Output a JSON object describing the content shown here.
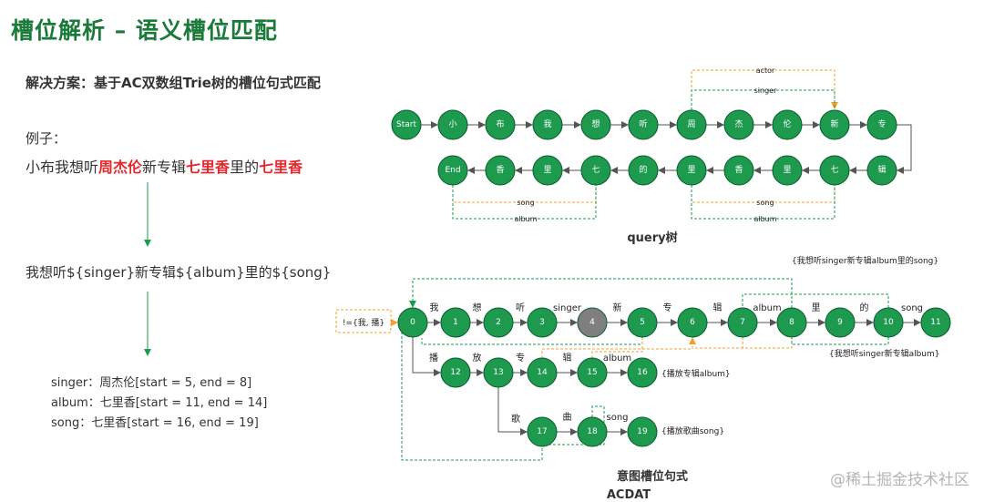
{
  "title": "槽位解析 – 语义槽位匹配",
  "subtitle": "解决方案：基于AC双数组Trie树的槽位句式匹配",
  "example_label": "例子：",
  "example": [
    {
      "t": "小布我想听",
      "red": false
    },
    {
      "t": "周杰伦",
      "red": true
    },
    {
      "t": "新专辑",
      "red": false
    },
    {
      "t": "七里香",
      "red": true
    },
    {
      "t": "里的",
      "red": false
    },
    {
      "t": "七里香",
      "red": true
    }
  ],
  "template_sentence": "我想听${singer}新专辑${album}里的${song}",
  "slots": [
    "singer：周杰伦[start = 5, end = 8]",
    "album：七里香[start = 11, end = 14]",
    "song：七里香[start = 16, end = 19]"
  ],
  "query_tree": {
    "caption": "query树",
    "top_row": [
      "Start",
      "小",
      "布",
      "我",
      "想",
      "听",
      "周",
      "杰",
      "伦",
      "新",
      "专"
    ],
    "bottom_row": [
      "End",
      "香",
      "里",
      "七",
      "的",
      "里",
      "香",
      "里",
      "七",
      "辑"
    ],
    "annotations": [
      "actor",
      "singer",
      "song",
      "album",
      "song",
      "album"
    ]
  },
  "acdat": {
    "caption1": "意图槽位句式",
    "caption2": "ACDAT",
    "main_nodes": [
      "0",
      "1",
      "2",
      "3",
      "4",
      "5",
      "6",
      "7",
      "8",
      "9",
      "10",
      "11"
    ],
    "main_edges": [
      "我",
      "想",
      "听",
      "singer",
      "新",
      "专",
      "辑",
      "album",
      "里",
      "的",
      "song"
    ],
    "row2_nodes": [
      "12",
      "13",
      "14",
      "15",
      "16"
    ],
    "row2_edges": [
      "播",
      "放",
      "专",
      "辑",
      "album"
    ],
    "row3_nodes": [
      "17",
      "18",
      "19"
    ],
    "row3_edges": [
      "歌",
      "曲",
      "song"
    ],
    "note_top": "{我想听singer新专辑album里的song}",
    "note_mid": "{我想听singer新专辑album}",
    "note_row2": "{播放专辑album}",
    "note_row3": "{播放歌曲song}",
    "fail_label": "!={我, 播}"
  },
  "watermark": "@稀土掘金技术社区",
  "colors": {
    "green": "#1e9a4e",
    "gray": "#7f7f7f",
    "orange": "#f0a030",
    "title": "#1a7a3a",
    "red": "#e8262a"
  }
}
